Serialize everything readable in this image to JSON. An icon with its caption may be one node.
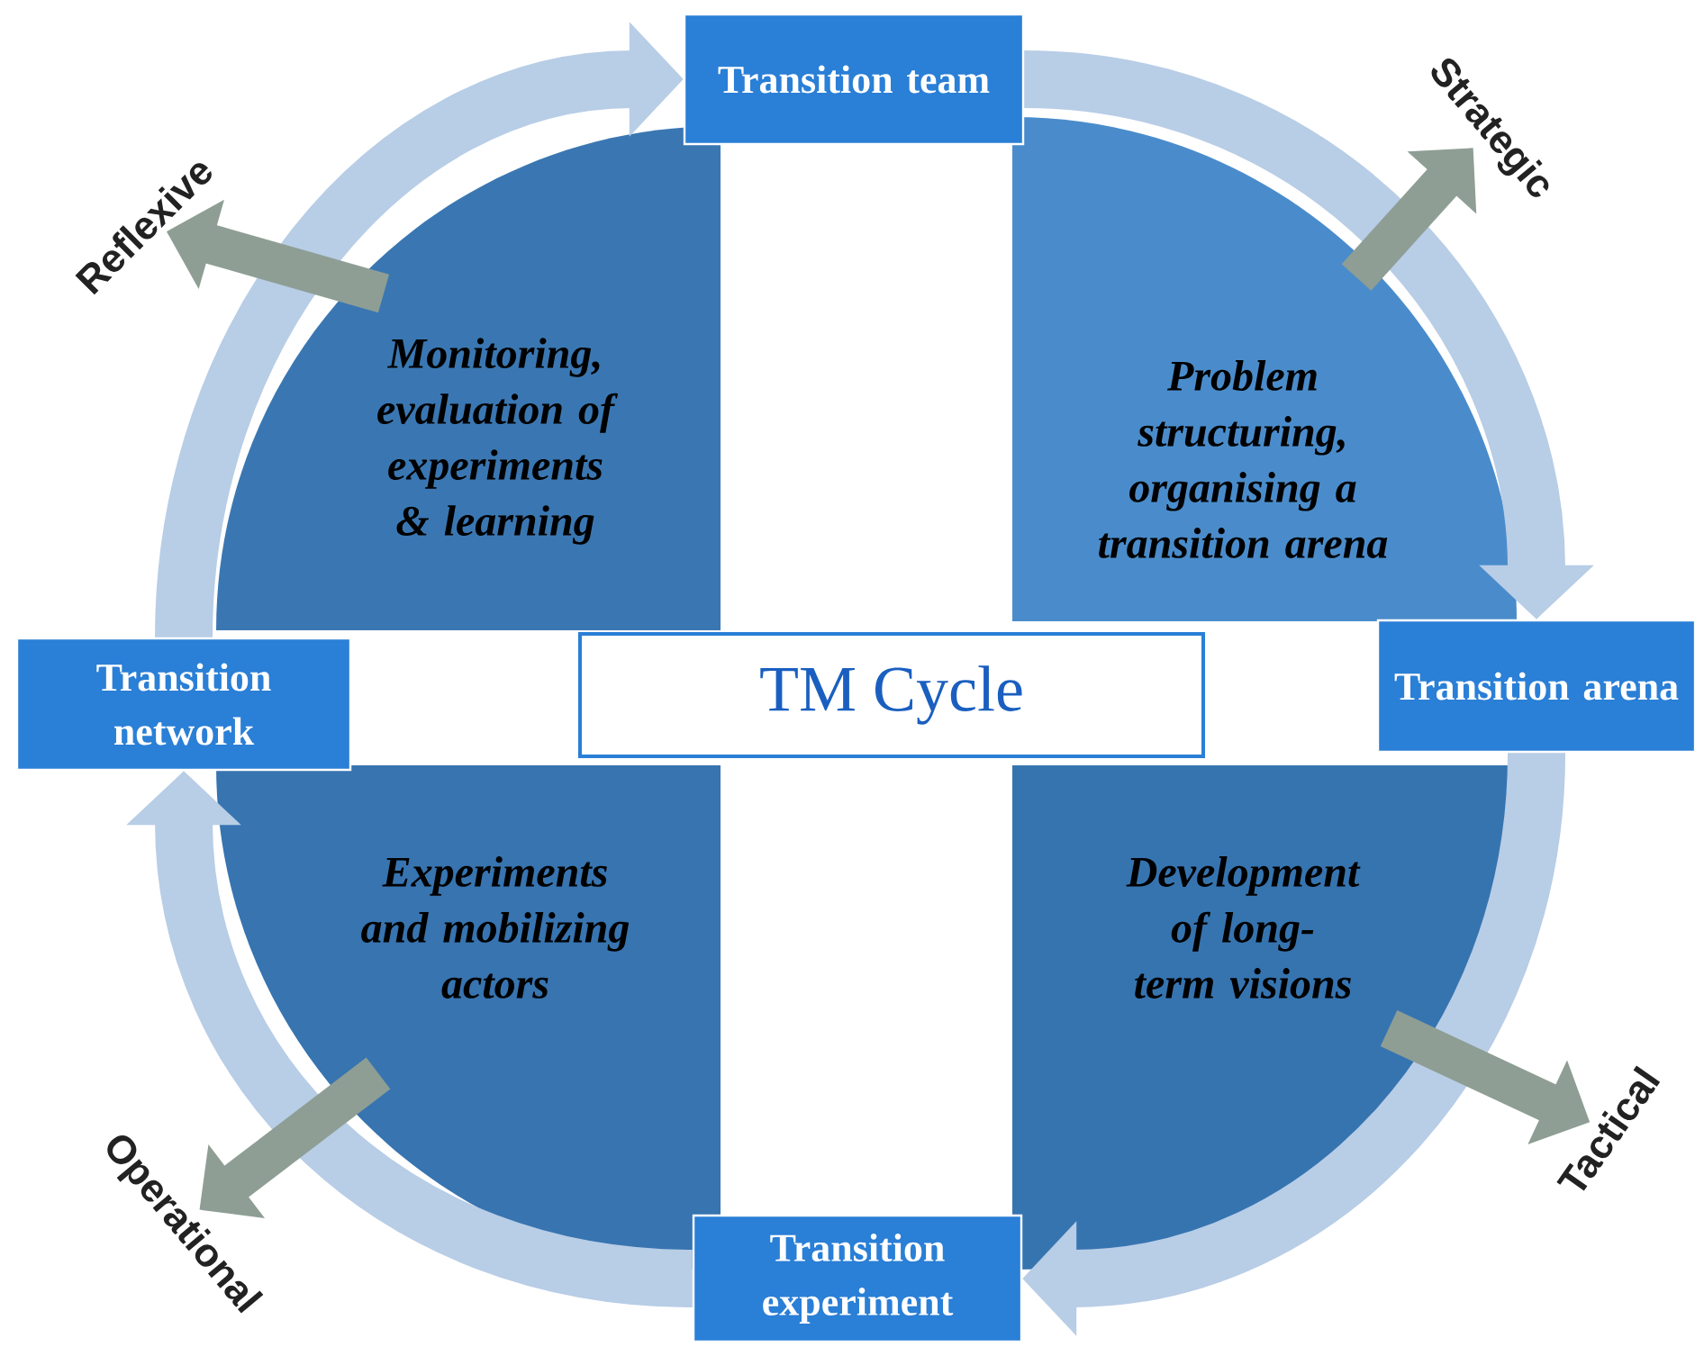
{
  "diagram": {
    "nodes": [
      {
        "text": [
          "Transition team"
        ]
      },
      {
        "text": [
          "Reflexive"
        ]
      },
      {
        "text": [
          "Strategic"
        ]
      },
      {
        "text": [
          "Monitoring, evaluation of experiments & learning"
        ]
      },
      {
        "text": [
          "Problem structuring, organising a transition arena"
        ]
      },
      {
        "text": [
          "Transition network"
        ]
      },
      {
        "text": [
          "TM Cycle"
        ]
      },
      {
        "text": [
          "Transition arena"
        ]
      },
      {
        "text": [
          "Experiments and mobilizing actors"
        ]
      },
      {
        "text": [
          "Development of long-term visions"
        ]
      },
      {
        "text": [
          "Operational"
        ]
      },
      {
        "text": [
          "Tactical"
        ]
      },
      {
        "text": [
          "Transition experiment"
        ]
      }
    ],
    "edges": [
      {
        "from": 5,
        "to": 0,
        "arrow": "to",
        "color": "#b8cde6"
      },
      {
        "from": 0,
        "to": 7,
        "arrow": "to",
        "color": "#b8cde6"
      },
      {
        "from": 7,
        "to": 12,
        "arrow": "to",
        "color": "#b8cde6"
      },
      {
        "from": 12,
        "to": 5,
        "arrow": "to",
        "color": "#b8cde6"
      },
      {
        "from": 4,
        "to": 2,
        "arrow": "to",
        "color": "#8e9e94"
      },
      {
        "from": 9,
        "to": 11,
        "arrow": "to",
        "color": "#8e9e94"
      },
      {
        "from": 8,
        "to": 10,
        "arrow": "to",
        "color": "#8e9e94"
      },
      {
        "from": 3,
        "to": 1,
        "arrow": "to",
        "color": "#8e9e94"
      }
    ]
  }
}
